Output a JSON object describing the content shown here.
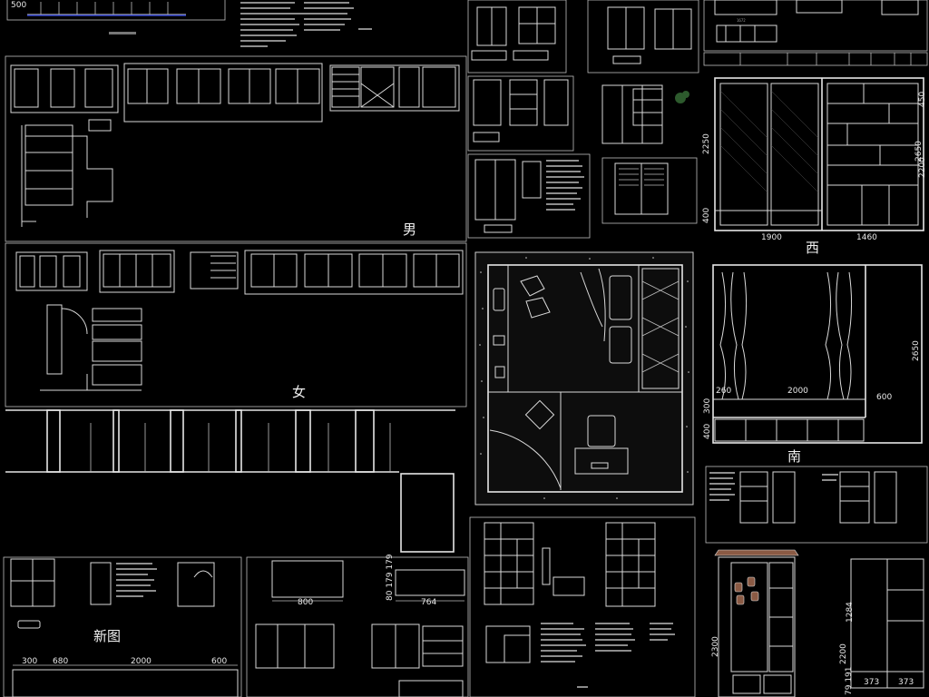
{
  "labels": {
    "male": "男",
    "female": "女",
    "west": "西",
    "south": "南",
    "new_drawing": "新图"
  },
  "dimensions": {
    "west_height_left": "2250",
    "west_height_mid": "2650",
    "west_height_inner": "2200",
    "west_top": "450",
    "west_base": "400",
    "west_width_1": "1900",
    "west_width_2": "1460",
    "south_left": "260",
    "south_mid": "2000",
    "south_right": "600",
    "south_height": "2650",
    "south_base_1": "300",
    "south_base_2": "400",
    "mid_bottom_1": "800",
    "mid_bottom_2": "764",
    "mid_bottom_vert": "80 179 179",
    "left_bottom_1": "300",
    "left_bottom_2": "680",
    "left_bottom_3": "2000",
    "left_bottom_4": "600",
    "right_bottom_1": "2300",
    "right_bottom_2": "1284",
    "right_bottom_3": "2200",
    "right_bottom_4": "373",
    "right_bottom_5": "373",
    "right_bottom_vert": "79 191",
    "top_left_500": "500",
    "top_center_sub": "1672"
  }
}
